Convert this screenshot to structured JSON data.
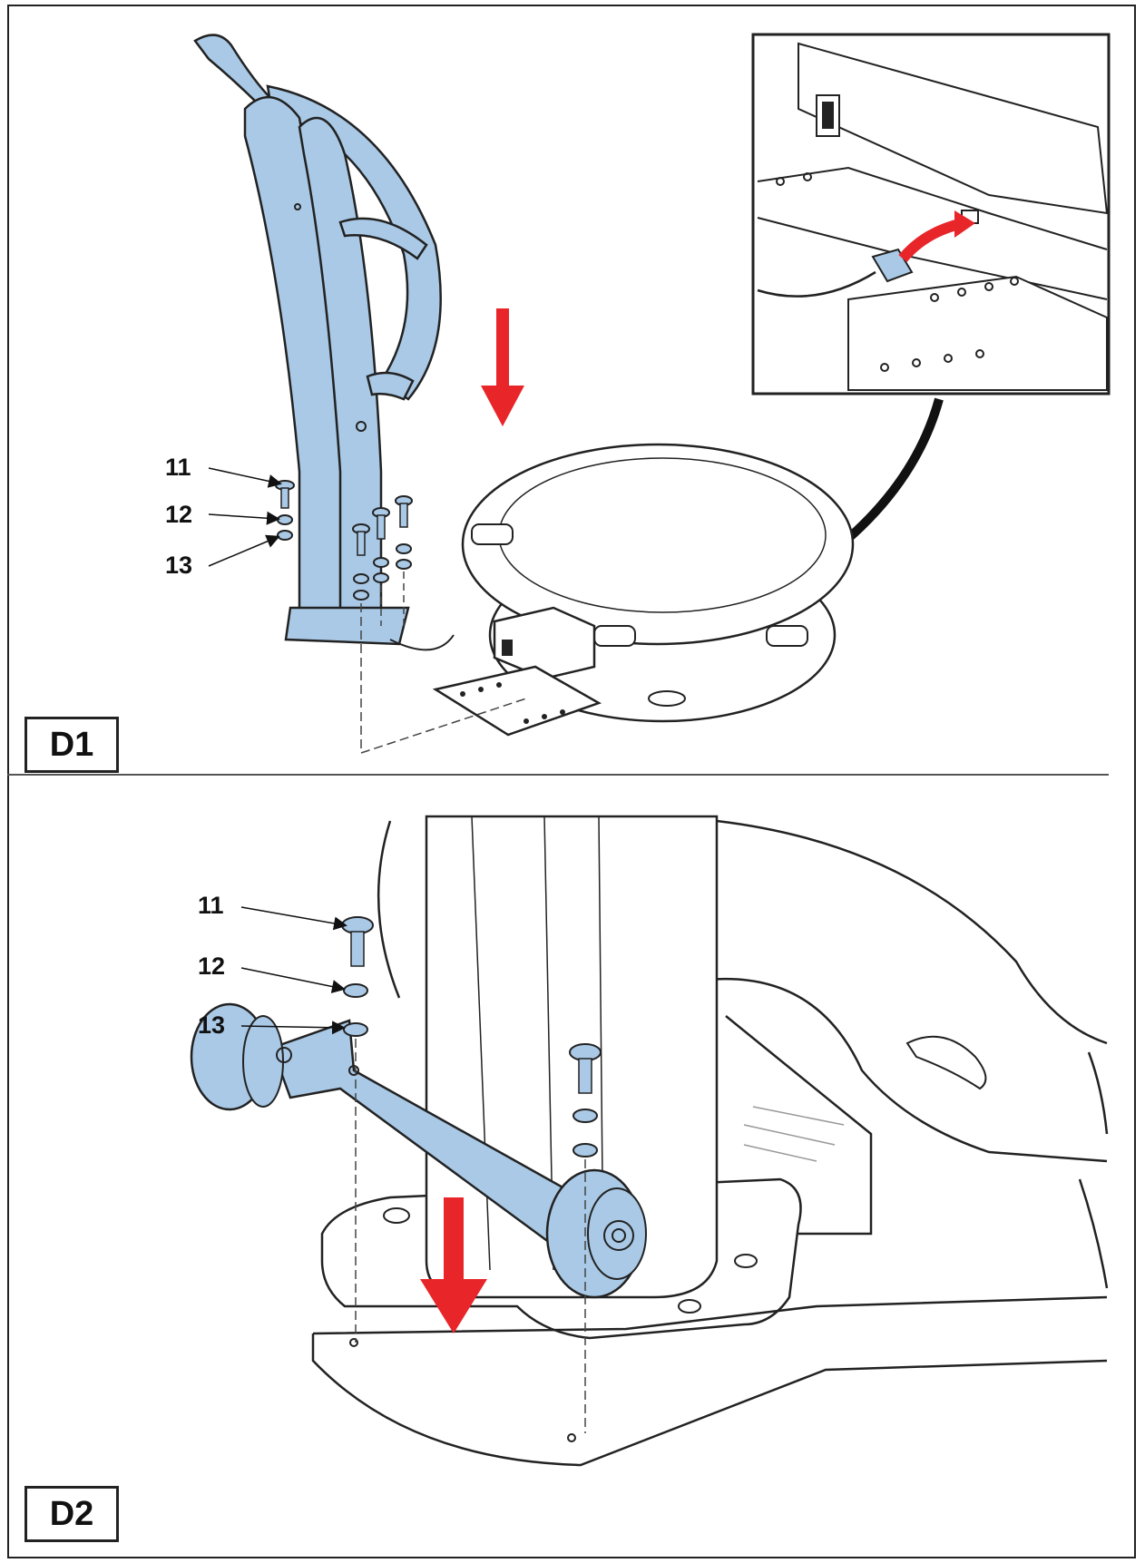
{
  "colors": {
    "part_fill": "#a9c9e6",
    "outline": "#1a1a1a",
    "arrow": "#e8262a",
    "background": "#ffffff"
  },
  "panels": [
    {
      "label": "D1",
      "callouts": [
        "11",
        "12",
        "13"
      ]
    },
    {
      "label": "D2",
      "callouts": [
        "11",
        "12",
        "13"
      ]
    }
  ]
}
